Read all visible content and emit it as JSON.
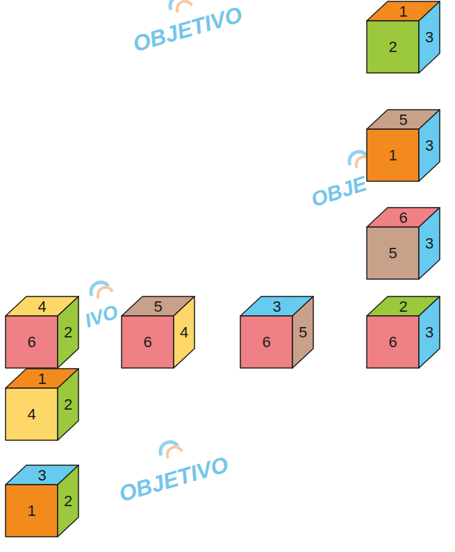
{
  "diagram": {
    "nodes": [
      {
        "text": [
          "1",
          "2",
          "3"
        ]
      },
      {
        "text": [
          "5",
          "1",
          "3"
        ]
      },
      {
        "text": [
          "6",
          "5",
          "3"
        ]
      },
      {
        "text": [
          "4",
          "6",
          "2"
        ]
      },
      {
        "text": [
          "5",
          "6",
          "4"
        ]
      },
      {
        "text": [
          "3",
          "6",
          "5"
        ]
      },
      {
        "text": [
          "2",
          "6",
          "3"
        ]
      },
      {
        "text": [
          "1",
          "4",
          "2"
        ]
      },
      {
        "text": [
          "3",
          "1",
          "2"
        ]
      }
    ],
    "labels": [
      "OBJETIVO",
      "OBJE",
      "IVO",
      "OBJETIVO"
    ]
  }
}
